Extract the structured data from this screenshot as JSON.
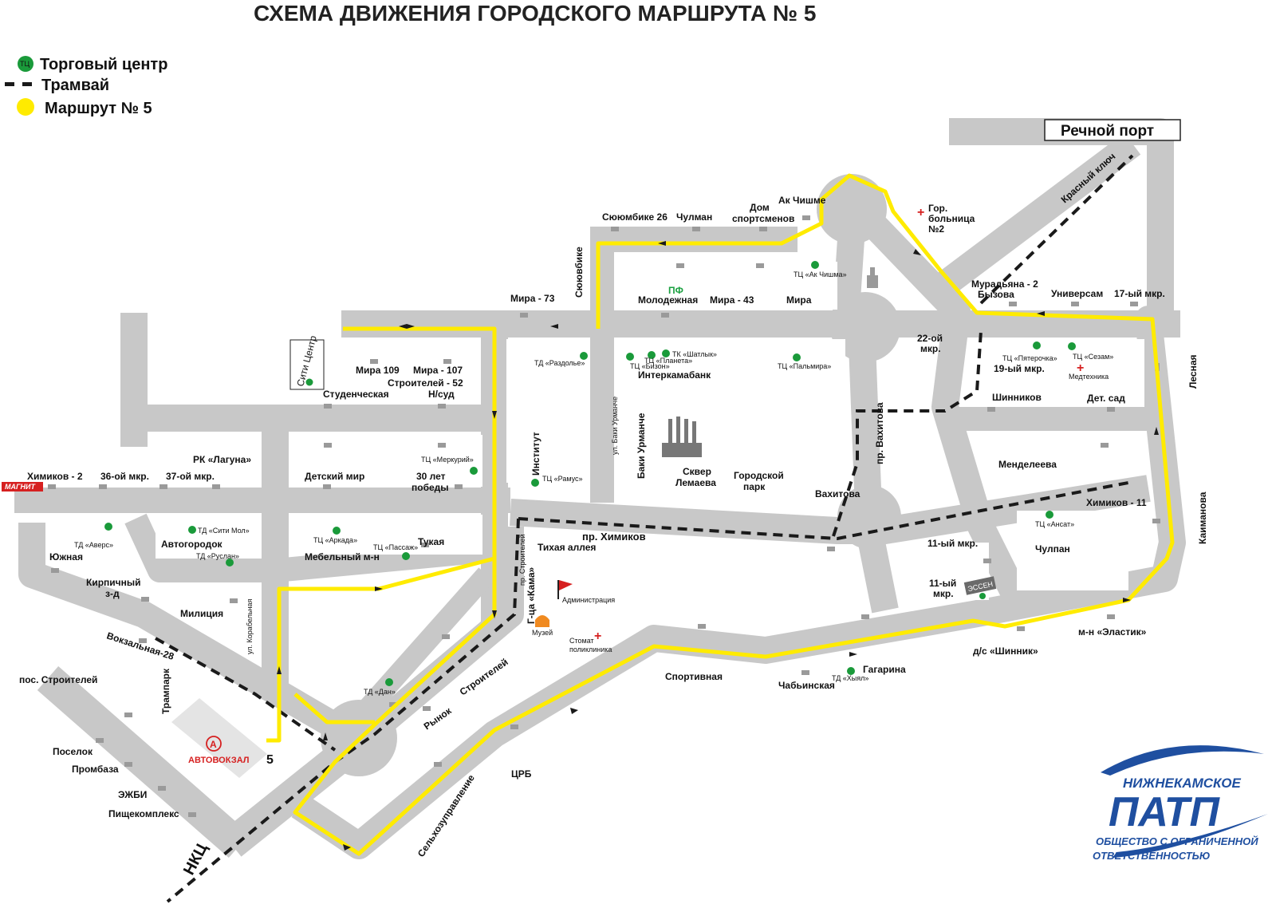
{
  "title": "СХЕМА ДВИЖЕНИЯ ГОРОДСКОГО МАРШРУТА № 5",
  "legend": {
    "tc_badge": "ТЦ",
    "tc_label": "Торговый центр",
    "tram_label": "Трамвай",
    "route_label": "Маршрут № 5"
  },
  "colors": {
    "road": "#c8c8c8",
    "route": "#ffeb00",
    "tram": "#1a1a1a",
    "tc": "#1a9a3a",
    "logo": "#1f4fa0",
    "red": "#d62020"
  },
  "port_label": "Речной порт",
  "route_number": "5",
  "nkc": "НКЦ",
  "bus_station": {
    "symbol": "А",
    "label": "АВТОВОКЗАЛ"
  },
  "logo": {
    "line1": "НИЖНЕКАМСКОЕ",
    "line2": "ПАТП",
    "line3": "ОБЩЕСТВО С ОГРАНИЧЕННОЙ",
    "line4": "ОТВЕТСТВЕННОСТЬЮ"
  },
  "magnit": "МАГНИТ",
  "labels": {
    "siti_center": "Сити Центр",
    "red_cross": "+",
    "pf": "ПФ",
    "essen": "ЭССЕН",
    "stops": [
      "Химиков - 2",
      "36-ой мкр.",
      "37-ой мкр.",
      "РК «Лагуна»",
      "Детский мир",
      "30 лет",
      "победы",
      "Студенческая",
      "Мира 109",
      "Мира - 107",
      "Строителей - 52",
      "Н/суд",
      "Мира - 73",
      "Сюювбике",
      "Сююмбике 26",
      "Чулман",
      "Дом",
      "спортсменов",
      "Ак Чишме",
      "Гор.",
      "больница",
      "№2",
      "Молодежная",
      "Мира - 43",
      "Мира",
      "Мурадьяна - 2",
      "Бызова",
      "Универсам",
      "17-ый мкр.",
      "22-ой",
      "мкр.",
      "19-ый мкр.",
      "Шинников",
      "Дет. сад",
      "Медтехника",
      "Лесная",
      "Менделеева",
      "Химиков - 11",
      "Каиманова",
      "11-ый мкр.",
      "11-ый",
      "мкр.",
      "Чулпан",
      "м-н «Эластик»",
      "д/с «Шинник»",
      "Гагарина",
      "Чабьинская",
      "Спортивная",
      "ЦРБ",
      "Сельхозуправление",
      "Рынок",
      "Строителей",
      "Южная",
      "Кирпичный",
      "з-д",
      "Милиция",
      "Автогородок",
      "Мебельный м-н",
      "Тукая",
      "Вокзальная-28",
      "пос. Строителей",
      "Трампарк",
      "Поселок",
      "Промбаза",
      "ЭЖБИ",
      "Пищекомплекс",
      "ул. Корабельная",
      "Институт",
      "ул. Баки Урманче",
      "Баки Урманче",
      "Интеркамабанк",
      "Сквер",
      "Лемаева",
      "Городской",
      "парк",
      "Вахитова",
      "пр. Вахитова",
      "пр. Химиков",
      "Тихая аллея",
      "Администрация",
      "Музей",
      "Стомат",
      "поликлиника",
      "Г-ца «Кама»",
      "пр. Строителей",
      "Красный ключ"
    ],
    "tc": [
      "ТЦ «Меркурий»",
      "ТД «Раздолье»",
      "ТЦ «Рамус»",
      "ТЦ «Бизон»",
      "ТЦ «Планета»",
      "ТК «Шатлык»",
      "ТЦ «Пальмира»",
      "ТЦ «Ак Чишма»",
      "ТЦ «Пятерочка»",
      "ТЦ «Сезам»",
      "ТЦ «Ансат»",
      "ТД «Хыял»",
      "ТД «Дан»",
      "ТЦ «Аркада»",
      "ТЦ «Пассаж»",
      "ТД «Сити Мол»",
      "ТД «Руслан»",
      "ТД «Аверс»"
    ]
  }
}
